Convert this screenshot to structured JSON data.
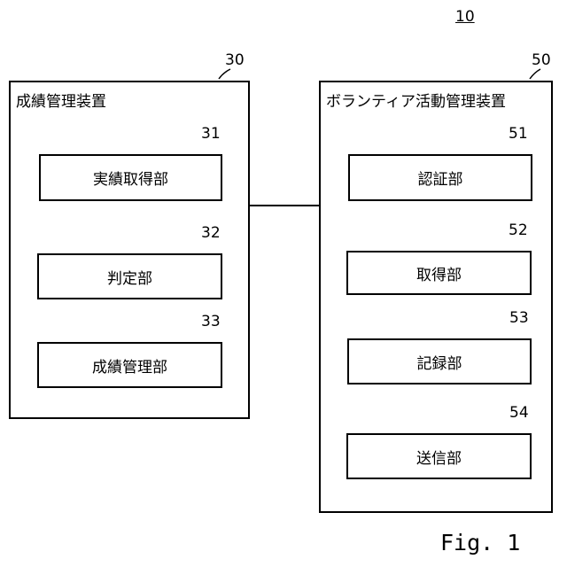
{
  "system_ref": "10",
  "devices": [
    {
      "ref": "30",
      "name": "成績管理装置",
      "units": [
        {
          "ref": "31",
          "label": "実績取得部"
        },
        {
          "ref": "32",
          "label": "判定部"
        },
        {
          "ref": "33",
          "label": "成績管理部"
        }
      ]
    },
    {
      "ref": "50",
      "name": "ボランティア活動管理装置",
      "units": [
        {
          "ref": "51",
          "label": "認証部"
        },
        {
          "ref": "52",
          "label": "取得部"
        },
        {
          "ref": "53",
          "label": "記録部"
        },
        {
          "ref": "54",
          "label": "送信部"
        }
      ]
    }
  ],
  "figure_label": "Fig. 1"
}
